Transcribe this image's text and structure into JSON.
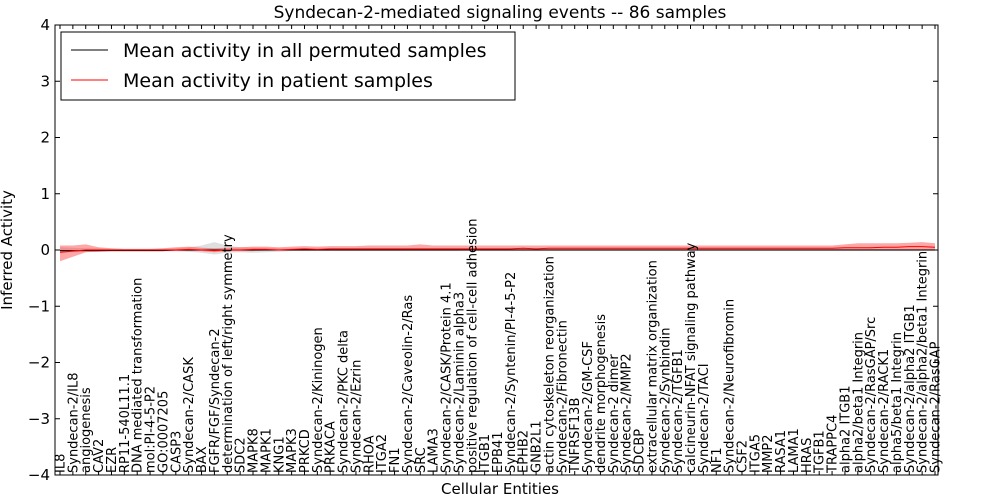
{
  "chart_data": {
    "type": "line",
    "title": "Syndecan-2-mediated signaling events -- 86 samples",
    "xlabel": "Cellular Entities",
    "ylabel": "Inferred Activity",
    "ylim": [
      -4,
      4
    ],
    "yticks": [
      -4,
      -3,
      -2,
      -1,
      0,
      1,
      2,
      3,
      4
    ],
    "grid": false,
    "legend_position": "top-left",
    "categories": [
      "IL8",
      "Syndecan-2/IL8",
      "angiogenesis",
      "CAV2",
      "EZR",
      "RP11-540L11.1",
      "DNA mediated transformation",
      "mol:PI-4-5-P2",
      "GO:0007205",
      "CASP3",
      "Syndecan-2/CASK",
      "BAX",
      "FGFR/FGF/Syndecan-2",
      "determination of left/right symmetry",
      "SDC2",
      "MAPK8",
      "MAPK1",
      "KNG1",
      "MAPK3",
      "PRKCD",
      "Syndecan-2/Kininogen",
      "PRKACA",
      "Syndecan-2/PKC delta",
      "Syndecan-2/Ezrin",
      "RHOA",
      "ITGA2",
      "FN1",
      "Syndecan-2/Caveolin-2/Ras",
      "SRC",
      "LAMA3",
      "Syndecan-2/CASK/Protein 4.1",
      "Syndecan-2/Laminin alpha3",
      "positive regulation of cell-cell adhesion",
      "ITGB1",
      "EPB41",
      "Syndecan-2/Syntenin/PI-4-5-P2",
      "EPHB2",
      "GNB2L1",
      "actin cytoskeleton reorganization",
      "Syndecan-2/Fibronectin",
      "TNFRSF13B",
      "Syndecan-2/GM-CSF",
      "dendrite morphogenesis",
      "Syndecan-2 dimer",
      "Syndecan-2/MMP2",
      "SDCBP",
      "extracellular matrix organization",
      "Syndecan-2/Synbindin",
      "Syndecan-2/TGFB1",
      "calcineurin-NFAT signaling pathway",
      "Syndecan-2/TACI",
      "NF1",
      "Syndecan-2/Neurofibromin",
      "CSF2",
      "ITGA5",
      "MMP2",
      "RASA1",
      "LAMA1",
      "HRAS",
      "TGFB1",
      "TRAPPC4",
      "alpha2 ITGB1",
      "alpha2/beta1 Integrin",
      "Syndecan-2/RasGAP/Src",
      "Syndecan-2/RACK1",
      "alpha5/beta1 Integrin",
      "Syndecan-2/alpha2 ITGB1",
      "Syndecan-2/alpha2/beta1 Integrin",
      "Syndecan-2/RasGAP"
    ],
    "series": [
      {
        "name": "Mean activity in all permuted samples",
        "color": "#000000",
        "values": [
          -0.01,
          -0.01,
          -0.01,
          -0.01,
          -0.01,
          -0.01,
          -0.01,
          -0.01,
          -0.01,
          0.0,
          0.0,
          0.0,
          0.0,
          0.0,
          0.0,
          0.0,
          0.0,
          0.0,
          0.0,
          0.0,
          0.0,
          0.0,
          0.0,
          0.0,
          0.0,
          0.0,
          0.0,
          0.0,
          0.0,
          0.0,
          0.0,
          0.0,
          0.0,
          0.0,
          0.0,
          0.0,
          0.0,
          0.0,
          0.0,
          0.0,
          0.0,
          0.0,
          0.0,
          0.0,
          0.0,
          0.0,
          0.0,
          0.0,
          0.0,
          0.0,
          0.0,
          0.0,
          0.0,
          0.0,
          0.0,
          0.0,
          0.0,
          0.0,
          0.0,
          0.0,
          0.0,
          0.0,
          0.0,
          0.0,
          0.0,
          0.0,
          0.0,
          0.0,
          0.0
        ],
        "band_lower": [
          -0.05,
          -0.04,
          -0.03,
          -0.03,
          -0.02,
          -0.02,
          -0.02,
          -0.02,
          -0.02,
          -0.02,
          -0.03,
          -0.05,
          -0.08,
          -0.05,
          -0.04,
          -0.05,
          -0.04,
          -0.03,
          -0.02,
          -0.02,
          -0.02,
          -0.02,
          -0.02,
          -0.02,
          -0.02,
          -0.02,
          -0.02,
          -0.02,
          -0.02,
          -0.02,
          -0.02,
          -0.02,
          -0.02,
          -0.02,
          -0.02,
          -0.02,
          -0.02,
          -0.02,
          -0.02,
          -0.02,
          -0.02,
          -0.02,
          -0.02,
          -0.02,
          -0.02,
          -0.02,
          -0.02,
          -0.02,
          -0.02,
          -0.02,
          -0.02,
          -0.02,
          -0.02,
          -0.02,
          -0.02,
          -0.02,
          -0.02,
          -0.02,
          -0.02,
          -0.02,
          -0.02,
          -0.02,
          -0.02,
          -0.02,
          -0.02,
          -0.02,
          -0.02,
          -0.02,
          -0.02
        ],
        "band_upper": [
          0.05,
          0.04,
          0.03,
          0.03,
          0.02,
          0.02,
          0.02,
          0.02,
          0.02,
          0.03,
          0.05,
          0.08,
          0.14,
          0.08,
          0.05,
          0.04,
          0.04,
          0.03,
          0.02,
          0.02,
          0.02,
          0.02,
          0.02,
          0.02,
          0.02,
          0.02,
          0.02,
          0.02,
          0.02,
          0.02,
          0.02,
          0.02,
          0.02,
          0.02,
          0.02,
          0.02,
          0.02,
          0.02,
          0.02,
          0.02,
          0.02,
          0.02,
          0.02,
          0.02,
          0.02,
          0.02,
          0.02,
          0.02,
          0.02,
          0.02,
          0.02,
          0.02,
          0.02,
          0.02,
          0.02,
          0.02,
          0.02,
          0.02,
          0.02,
          0.02,
          0.02,
          0.02,
          0.02,
          0.02,
          0.02,
          0.02,
          0.02,
          0.02,
          0.02
        ]
      },
      {
        "name": "Mean activity in patient samples",
        "color": "#ff0000",
        "values": [
          -0.04,
          -0.02,
          0.0,
          0.0,
          0.0,
          0.0,
          0.0,
          0.0,
          0.0,
          0.0,
          0.01,
          0.0,
          -0.01,
          0.0,
          0.0,
          0.01,
          0.01,
          0.0,
          0.01,
          0.02,
          0.01,
          0.02,
          0.02,
          0.02,
          0.02,
          0.02,
          0.02,
          0.02,
          0.02,
          0.02,
          0.02,
          0.02,
          0.02,
          0.02,
          0.02,
          0.02,
          0.03,
          0.02,
          0.03,
          0.03,
          0.03,
          0.03,
          0.03,
          0.03,
          0.03,
          0.03,
          0.03,
          0.03,
          0.03,
          0.03,
          0.03,
          0.03,
          0.03,
          0.03,
          0.03,
          0.03,
          0.03,
          0.03,
          0.03,
          0.03,
          0.03,
          0.04,
          0.04,
          0.04,
          0.05,
          0.05,
          0.06,
          0.06,
          0.05
        ],
        "band_lower": [
          -0.2,
          -0.12,
          -0.04,
          -0.03,
          -0.02,
          -0.02,
          -0.02,
          -0.02,
          -0.02,
          -0.02,
          -0.02,
          -0.02,
          -0.04,
          -0.02,
          -0.02,
          -0.02,
          -0.01,
          -0.01,
          -0.01,
          -0.01,
          -0.01,
          -0.01,
          -0.01,
          -0.01,
          -0.01,
          -0.01,
          -0.01,
          -0.01,
          -0.01,
          -0.01,
          -0.01,
          -0.01,
          0.0,
          0.0,
          0.0,
          0.0,
          0.0,
          0.0,
          0.0,
          0.0,
          0.0,
          0.0,
          0.0,
          0.0,
          0.0,
          0.0,
          0.0,
          0.0,
          0.0,
          0.0,
          0.0,
          0.0,
          0.0,
          0.0,
          0.0,
          0.0,
          0.0,
          0.0,
          0.0,
          0.0,
          0.0,
          0.0,
          0.0,
          0.0,
          0.0,
          0.0,
          0.0,
          0.0,
          0.0
        ],
        "band_upper": [
          0.08,
          0.08,
          0.1,
          0.05,
          0.03,
          0.02,
          0.02,
          0.02,
          0.03,
          0.05,
          0.06,
          0.04,
          0.03,
          0.04,
          0.05,
          0.06,
          0.06,
          0.05,
          0.06,
          0.07,
          0.06,
          0.07,
          0.07,
          0.07,
          0.08,
          0.08,
          0.08,
          0.08,
          0.1,
          0.08,
          0.08,
          0.08,
          0.08,
          0.08,
          0.08,
          0.08,
          0.08,
          0.08,
          0.08,
          0.08,
          0.08,
          0.08,
          0.08,
          0.08,
          0.08,
          0.08,
          0.08,
          0.08,
          0.08,
          0.08,
          0.08,
          0.08,
          0.08,
          0.08,
          0.08,
          0.08,
          0.08,
          0.08,
          0.08,
          0.08,
          0.08,
          0.1,
          0.12,
          0.12,
          0.12,
          0.12,
          0.13,
          0.14,
          0.12
        ]
      }
    ]
  }
}
